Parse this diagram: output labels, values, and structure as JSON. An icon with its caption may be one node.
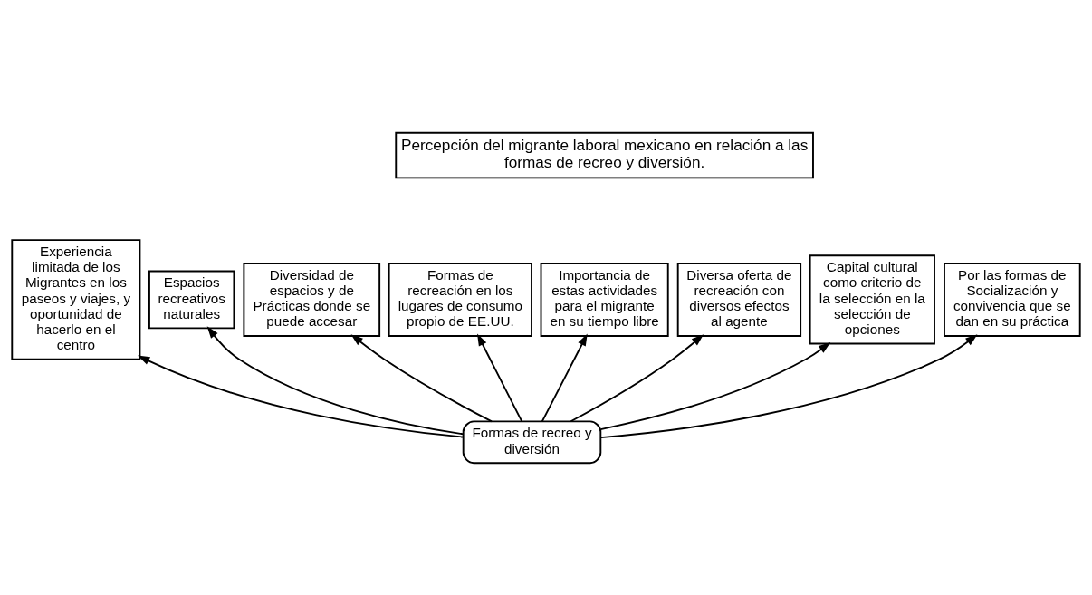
{
  "diagram": {
    "nodes": [
      {
        "text": [
          "Percepción del migrante laboral mexicano en relación a las formas de recreo y diversión."
        ]
      },
      {
        "text": [
          "Formas de recreación en los lugares de consumo propio de EE.UU."
        ]
      },
      {
        "text": [
          "Importancia de estas actividades para el migrante en su tiempo libre"
        ]
      },
      {
        "text": [
          "Diversa oferta de recreación con diversos efectos al agente"
        ]
      },
      {
        "text": [
          "Diversidad de espacios y de Prácticas donde se puede accesar"
        ]
      },
      {
        "text": [
          "Capital cultural como criterio de la selección en la selección de opciones"
        ]
      },
      {
        "text": [
          "Espacios recreativos naturales"
        ]
      },
      {
        "text": [
          "Por las formas de Socialización y convivencia que se dan en su práctica"
        ]
      },
      {
        "text": [
          "Experiencia limitada de los Migrantes en los paseos y viajes, y oportunidad de hacerlo en el centro"
        ]
      },
      {
        "text": [
          "Formas de recreo y diversión"
        ]
      }
    ],
    "edges": [
      {
        "from": 9,
        "to": 1,
        "arrow": "to"
      },
      {
        "from": 9,
        "to": 4,
        "arrow": "to"
      },
      {
        "from": 9,
        "to": 6,
        "arrow": "to"
      },
      {
        "from": 9,
        "to": 8,
        "arrow": "to"
      },
      {
        "from": 9,
        "to": 2,
        "arrow": "to"
      },
      {
        "from": 9,
        "to": 3,
        "arrow": "to"
      },
      {
        "from": 9,
        "to": 5,
        "arrow": "to"
      },
      {
        "from": 9,
        "to": 7,
        "arrow": "to"
      }
    ]
  }
}
